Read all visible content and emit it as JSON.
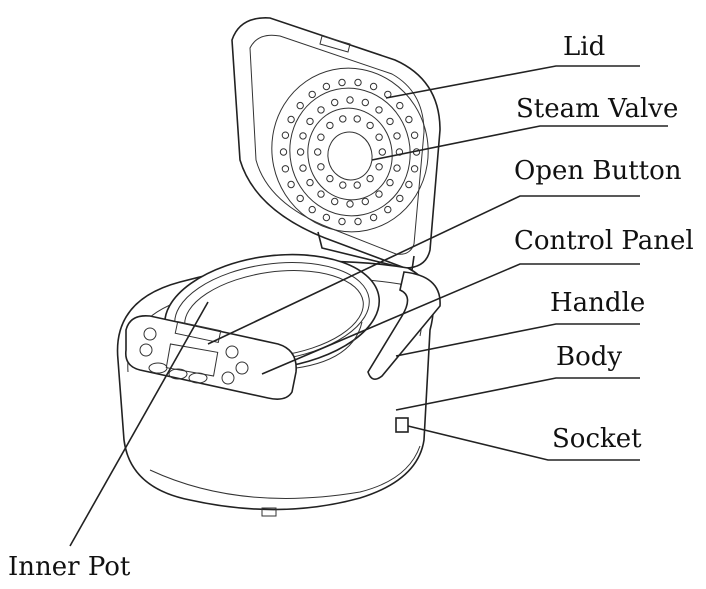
{
  "labels": {
    "lid": "Lid",
    "steam_valve": "Steam Valve",
    "open_button": "Open Button",
    "control_panel": "Control Panel",
    "handle": "Handle",
    "body": "Body",
    "socket": "Socket",
    "inner_pot": "Inner Pot"
  }
}
